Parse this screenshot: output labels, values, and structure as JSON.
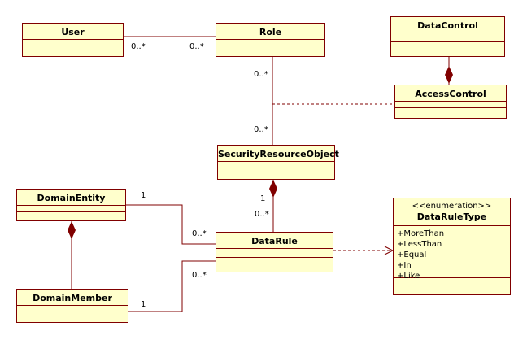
{
  "classes": {
    "user": "User",
    "role": "Role",
    "data_control": "DataControl",
    "access_control": "AccessControl",
    "security_resource_object": "SecurityResourceObject",
    "domain_entity": "DomainEntity",
    "domain_member": "DomainMember",
    "data_rule": "DataRule"
  },
  "enumeration": {
    "stereotype": "<<enumeration>>",
    "name": "DataRuleType",
    "literals": [
      "+MoreThan",
      "+LessThan",
      "+Equal",
      "+In",
      "+Like"
    ]
  },
  "multiplicities": {
    "user_role_user": "0..*",
    "user_role_role": "0..*",
    "role_sro_role": "0..*",
    "role_sro_sro": "0..*",
    "sro_datarule_sro": "1",
    "sro_datarule_rule": "0..*",
    "entity_rule_entity": "1",
    "entity_rule_rule": "0..*",
    "member_rule_member": "1",
    "member_rule_rule": "0..*"
  },
  "colors": {
    "class_fill": "#ffffcc",
    "border": "#800000"
  }
}
